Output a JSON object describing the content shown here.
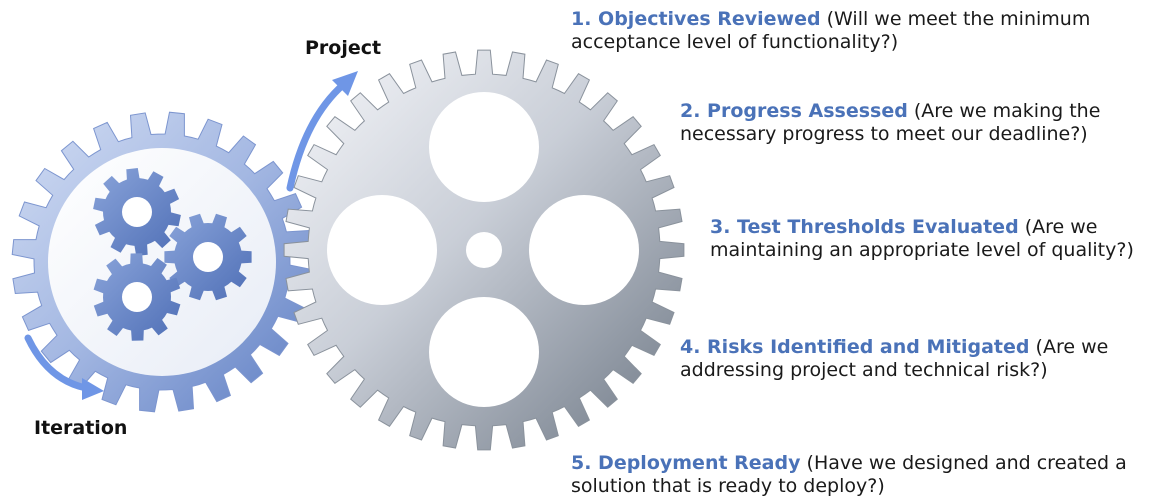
{
  "labels": {
    "project": "Project",
    "iteration": "Iteration"
  },
  "items": [
    {
      "heading": "1. Objectives Reviewed",
      "body": " (Will we meet the minimum acceptance level of functionality?)"
    },
    {
      "heading": "2. Progress Assessed",
      "body": " (Are we making the necessary progress to meet our deadline?)"
    },
    {
      "heading": "3. Test Thresholds Evaluated",
      "body": " (Are we maintaining an appropriate level of quality?)"
    },
    {
      "heading": "4. Risks Identified and Mitigated",
      "body": " (Are we addressing project and technical risk?)"
    },
    {
      "heading": "5. Deployment Ready",
      "body": " (Have we designed and created a solution that is ready to deploy?)"
    }
  ],
  "colors": {
    "heading": "#4a72b8",
    "arrow": "#6f96e6",
    "small_gear_light": "#b8c9ec",
    "small_gear_dark": "#5f7fc4",
    "big_gear_light": "#f4f5f8",
    "big_gear_dark": "#707a86"
  }
}
